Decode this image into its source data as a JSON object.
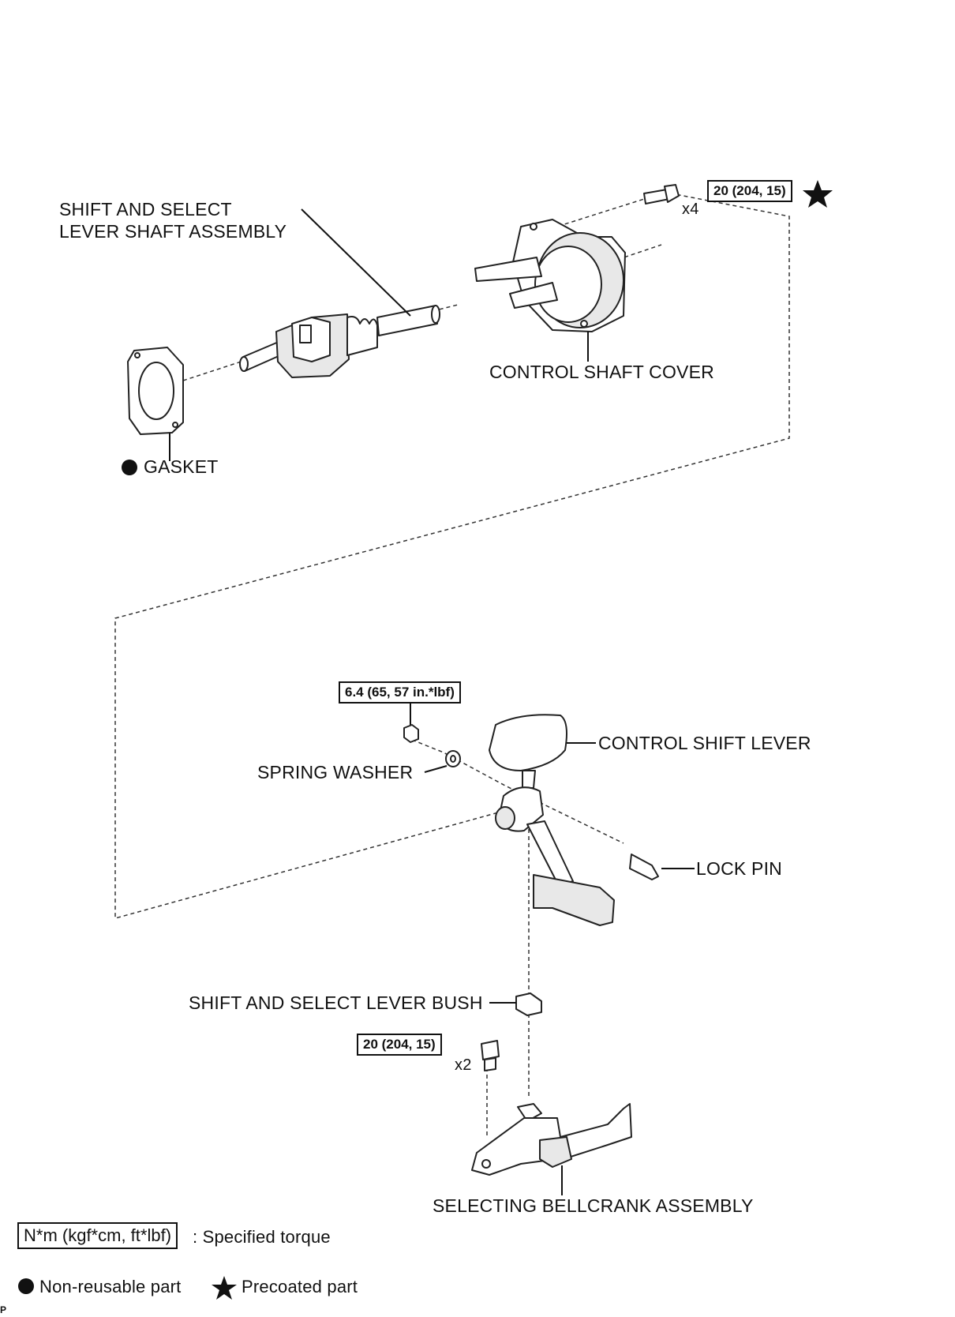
{
  "labels": {
    "shift_select_shaft_line1": "SHIFT AND SELECT",
    "shift_select_shaft_line2": "LEVER SHAFT ASSEMBLY",
    "control_shaft_cover": "CONTROL SHAFT COVER",
    "gasket": "GASKET",
    "control_shift_lever": "CONTROL SHIFT LEVER",
    "spring_washer": "SPRING WASHER",
    "lock_pin": "LOCK PIN",
    "shift_select_bush": "SHIFT AND SELECT LEVER BUSH",
    "selecting_bellcrank": "SELECTING BELLCRANK ASSEMBLY"
  },
  "torque": {
    "cover_bolts": "20 (204, 15)",
    "cover_bolts_qty": "x4",
    "lever_nut": "6.4 (65, 57 in.*lbf)",
    "bellcrank_bolts": "20 (204, 15)",
    "bellcrank_bolts_qty": "x2"
  },
  "legend": {
    "torque_units": "N*m (kgf*cm, ft*lbf)",
    "torque_desc": ": Specified torque",
    "nonreusable": "Non-reusable part",
    "precoated": "Precoated part"
  },
  "corner_mark": "P",
  "colors": {
    "ink": "#111111",
    "background": "#ffffff"
  }
}
